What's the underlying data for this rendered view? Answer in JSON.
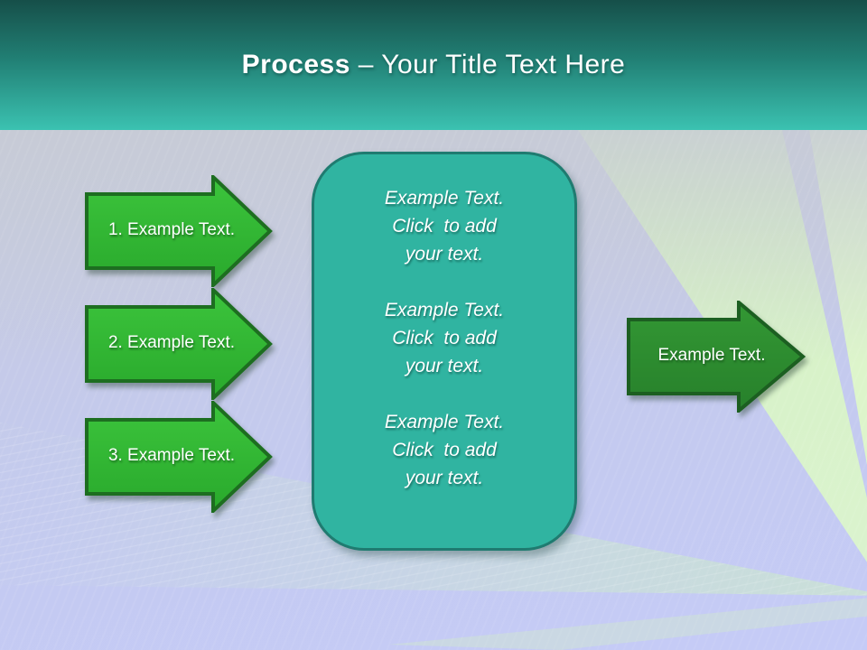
{
  "title": {
    "bold": "Process",
    "rest": " – Your Title Text Here"
  },
  "steps": [
    {
      "label": "1. Example Text."
    },
    {
      "label": "2. Example Text."
    },
    {
      "label": "3. Example Text."
    }
  ],
  "center_box": {
    "paragraphs": [
      "Example Text.\nClick  to add\nyour text.",
      "Example Text.\nClick  to add\nyour text.",
      "Example Text.\nClick  to add\nyour text."
    ]
  },
  "output_arrow": {
    "label": "Example Text."
  },
  "colors": {
    "header_gradient_top": "#164f49",
    "header_gradient_bottom": "#3bc2b1",
    "background_top": "#c9cdd9",
    "background_bottom": "#c5cbf7",
    "step_arrow_fill": "#2fbb31",
    "step_arrow_border": "#1d6e20",
    "output_arrow_fill": "#2e8c31",
    "output_arrow_border": "#1c5f21",
    "center_box_fill": "#30b4a1",
    "center_box_border": "#1f7b70",
    "ray_green": "#d9f6c0",
    "text": "#ffffff"
  }
}
